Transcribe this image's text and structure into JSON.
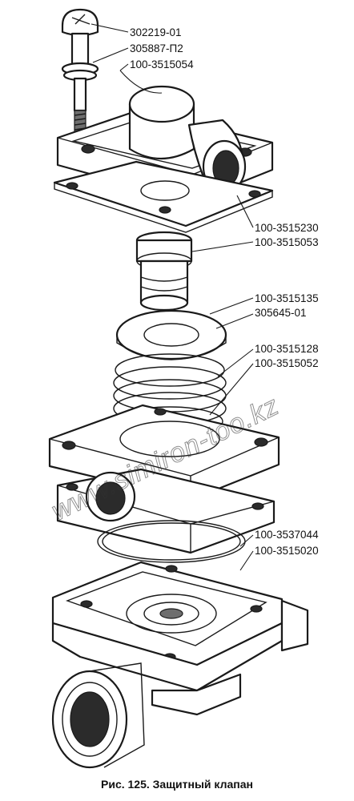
{
  "labels": [
    "302219-01",
    "305887-П2",
    "100-3515054",
    "100-3515230",
    "100-3515053",
    "100-3515135",
    "305645-01",
    "100-3515128",
    "100-3515052",
    "100-3537044",
    "100-3515020"
  ],
  "caption": "Рис. 125. Защитный клапан",
  "watermark": "www.simiron-too.kz"
}
